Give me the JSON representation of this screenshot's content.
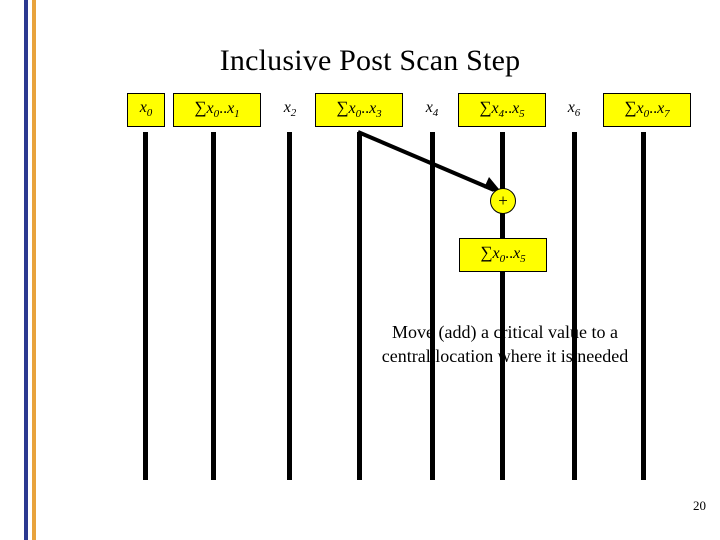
{
  "slide": {
    "title": "Inclusive Post Scan Step",
    "page_number": "20",
    "caption_line1": "Move (add) a critical value  to a",
    "caption_line2": "central location where it is needed",
    "colors": {
      "box_fill": "#FFFF00",
      "box_border": "#000000",
      "line": "#000000",
      "edge_bar_blue": "#2B3990",
      "edge_bar_gold": "#E8A33D",
      "background": "#FFFFFF"
    },
    "top_boxes": [
      {
        "id": "x0",
        "text": "x0",
        "sigma": false,
        "base": "x",
        "sub": "0",
        "highlighted": true
      },
      {
        "id": "sum-x0-x1",
        "text": "∑x0..x1",
        "sigma": true,
        "base": "x",
        "sub": "0..x1",
        "highlighted": true
      },
      {
        "id": "x2",
        "text": "x2",
        "sigma": false,
        "base": "x",
        "sub": "2",
        "highlighted": false
      },
      {
        "id": "sum-x0-x3",
        "text": "∑x0..x3",
        "sigma": true,
        "base": "x",
        "sub": "0..x3",
        "highlighted": true
      },
      {
        "id": "x4",
        "text": "x4",
        "sigma": false,
        "base": "x",
        "sub": "4",
        "highlighted": false
      },
      {
        "id": "sum-x4-x5",
        "text": "∑x4..x5",
        "sigma": true,
        "base": "x",
        "sub": "4..x5",
        "highlighted": true
      },
      {
        "id": "x6",
        "text": "x6",
        "sigma": false,
        "base": "x",
        "sub": "6",
        "highlighted": false
      },
      {
        "id": "sum-x0-x7",
        "text": "∑x0..x7",
        "sigma": true,
        "base": "x",
        "sub": "0..x7",
        "highlighted": true
      }
    ],
    "plus_node": {
      "label": "+"
    },
    "result_box": {
      "id": "sum-x0-x5",
      "text": "∑x0..x5"
    },
    "labels": {
      "sigma": "∑",
      "x": "x",
      "dots": "..",
      "sub_0": "0",
      "sub_1": "1",
      "sub_2": "2",
      "sub_3": "3",
      "sub_4": "4",
      "sub_5": "5",
      "sub_6": "6",
      "sub_7": "7"
    }
  }
}
